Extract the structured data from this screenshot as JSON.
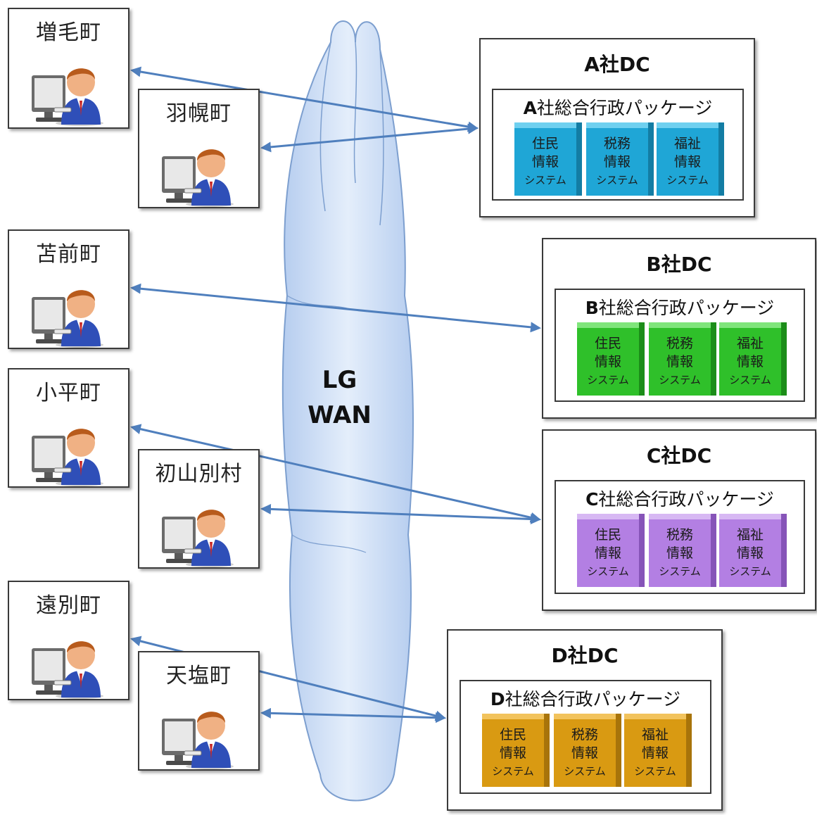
{
  "network": {
    "label_line1": "LG",
    "label_line2": "WAN"
  },
  "towns": [
    {
      "id": "masuge",
      "name": "増毛町"
    },
    {
      "id": "haboro",
      "name": "羽幌町"
    },
    {
      "id": "tomamae",
      "name": "苫前町"
    },
    {
      "id": "obira",
      "name": "小平町"
    },
    {
      "id": "shosanbetsu",
      "name": "初山別村"
    },
    {
      "id": "enbetsu",
      "name": "遠別町"
    },
    {
      "id": "teshio",
      "name": "天塩町"
    }
  ],
  "datacenters": [
    {
      "id": "a",
      "title": "A社DC",
      "pkg_prefix": "A",
      "pkg_suffix": "社総合行政パッケージ",
      "color": "#1fa6d6",
      "color_dark": "#137da4",
      "color_light": "#6fd0f0"
    },
    {
      "id": "b",
      "title": "B社DC",
      "pkg_prefix": "B",
      "pkg_suffix": "社総合行政パッケージ",
      "color": "#2fc02a",
      "color_dark": "#1c8d19",
      "color_light": "#7fe57b"
    },
    {
      "id": "c",
      "title": "C社DC",
      "pkg_prefix": "C",
      "pkg_suffix": "社総合行政パッケージ",
      "color": "#b37fe3",
      "color_dark": "#8654b8",
      "color_light": "#d7b8f3"
    },
    {
      "id": "d",
      "title": "D社DC",
      "pkg_prefix": "D",
      "pkg_suffix": "社総合行政パッケージ",
      "color": "#d99a12",
      "color_dark": "#a8740a",
      "color_light": "#f2c35d"
    }
  ],
  "systems": [
    {
      "line1": "住民",
      "line2": "情報",
      "line3": "システム"
    },
    {
      "line1": "税務",
      "line2": "情報",
      "line3": "システム"
    },
    {
      "line1": "福祉",
      "line2": "情報",
      "line3": "システム"
    }
  ],
  "connections": [
    {
      "from": "masuge",
      "to": "a"
    },
    {
      "from": "haboro",
      "to": "a"
    },
    {
      "from": "tomamae",
      "to": "b"
    },
    {
      "from": "obira",
      "to": "c"
    },
    {
      "from": "shosanbetsu",
      "to": "c"
    },
    {
      "from": "enbetsu",
      "to": "d"
    },
    {
      "from": "teshio",
      "to": "d"
    }
  ],
  "colors": {
    "arrow": "#4f7fbd",
    "cloud_fill": "#c9dcf5",
    "cloud_stroke": "#7d9fcf"
  }
}
